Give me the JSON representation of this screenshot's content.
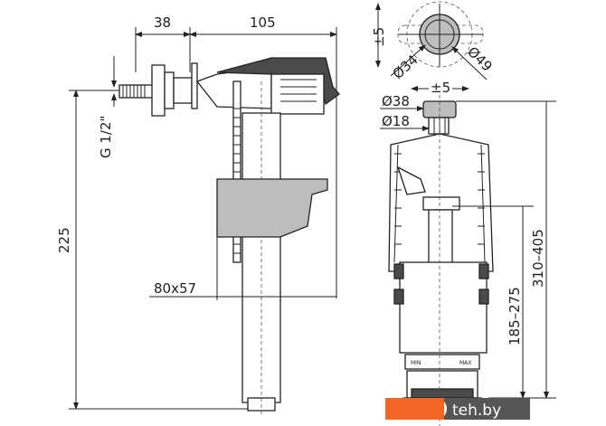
{
  "fill_valve": {
    "dim_inlet_offset": "38",
    "dim_width": "105",
    "dim_thread": "G 1/2\"",
    "dim_height": "225",
    "dim_float": "80x57"
  },
  "flush_valve": {
    "dim_button_offset_top": "±5",
    "dim_button_inner": "Ø34",
    "dim_button_outer": "Ø49",
    "dim_button_lateral": "±5",
    "dim_cap": "Ø38",
    "dim_stem": "Ø18",
    "dim_overflow_range": "185–275",
    "dim_total_range": "310–405",
    "scale_min": "MIN",
    "scale_max": "MAX"
  },
  "watermark": {
    "text": "teh.by",
    "accent": "#f26522",
    "bg": "#555555"
  }
}
